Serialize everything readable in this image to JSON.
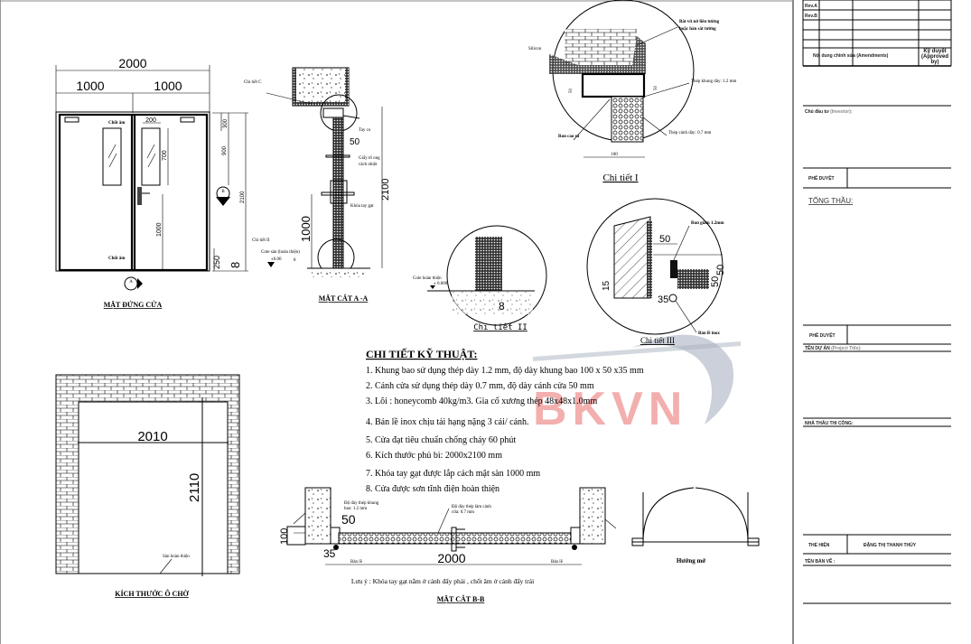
{
  "title_block": {
    "rev_a": "Rev.A",
    "rev_b": "Rev.B",
    "revision_header": "Nội dung chỉnh sửa (Amendments)",
    "approved_header": "Kỹ duyệt (Approved by)",
    "investor_label": "Chủ đầu tư",
    "investor_en": "(Investor):",
    "approval_1": "PHÊ DUYỆT",
    "general_contractor": "TỔNG THẦU:",
    "approval_2": "PHÊ DUYỆT",
    "project_label": "TÊN DỰ ÁN",
    "project_en": "(Project Title):",
    "contractor": "NHÀ THẦU THI CÔNG:",
    "drawn_by_label": "THỂ HIỆN",
    "drawn_by": "ĐẶNG THỊ THANH THÚY",
    "drawing_name": "TÊN BẢN VẼ :"
  },
  "watermark": {
    "text": "BKVN",
    "color": "#f2a0a0",
    "swoosh_color": "#9aa3b5"
  },
  "elevation": {
    "title": "MẶT ĐỨNG CỬA",
    "dim_total": "2000",
    "dim_left": "1000",
    "dim_right": "1000",
    "dim_window_w": "200",
    "dim_window_h": "700",
    "dim_top": "300",
    "dim_900": "900",
    "dim_height": "2100",
    "dim_handle": "1000",
    "dim_bottom": "250",
    "dim_gap": "8",
    "bolt_label_top": "Chốt âm",
    "bolt_label_bottom": "Chốt âm",
    "section_a": "A",
    "section_b": "B"
  },
  "section_aa": {
    "title": "MẶT CẮT A -A",
    "detail_c": "Chi tiết C",
    "closer": "Tay co",
    "dim_50": "50",
    "core_1": "Giấy tổ ong",
    "core_2": "cách nhiệt",
    "dim_2100": "2100",
    "lock": "Khóa tay gạt",
    "dim_1000": "1000",
    "detail_ii": "Chi tiết II",
    "floor": "Cote sàn (hoàn thiện)",
    "level": "±0.00",
    "dim_8": "8"
  },
  "detail_i": {
    "title": "Chi tiết I",
    "silicon": "Silicon",
    "anchor_1": "Bắt vít nở liên tường",
    "anchor_2": "hoặc hàn sắt tường",
    "frame_steel": "Thép khung dày: 1.2 mm",
    "leaf_steel": "Thép cánh dày: 0.7 mm",
    "gasket": "Ron cao su",
    "dim_50a": "50",
    "dim_50b": "50",
    "dim_100": "100"
  },
  "detail_ii": {
    "title": "Chi tiết II",
    "floor": "Cote hoàn thiện",
    "level": "± 0.000",
    "dim_8": "8"
  },
  "detail_iii": {
    "title": "Chi tiết III",
    "dim_50": "50",
    "dim_15": "15",
    "dim_35": "35",
    "dim_50b": "50",
    "dim_50c": "50",
    "frame_label": "Ron giảm 1.2mm",
    "hinge_label": "Bản lề inox"
  },
  "specs": {
    "heading": "CHI TIẾT KỸ THUẬT:",
    "items": [
      "1. Khung bao sử dụng thép dày 1.2 mm, độ dày khung bao 100 x 50 x35 mm",
      "2. Cánh cửa sử dụng thép dày 0.7 mm, độ dày cánh cửa 50 mm",
      "3. Lõi : honeycomb 40kg/m3. Gia cố xương thép 48x48x1.0mm",
      "4. Bản lề inox chịu tải hạng nặng 3 cái/ cánh.",
      "5. Cửa đạt tiêu chuẩn chống cháy 60 phút",
      "6. Kích thước phủ bì: 2000x2100 mm",
      "7. Khóa tay gạt được lắp cách mặt sàn 1000 mm",
      "8. Cửa được sơn tĩnh điện hoàn thiện"
    ]
  },
  "opening": {
    "title": "KÍCH THƯỚC Ô CHỜ",
    "width": "2010",
    "height": "2110",
    "floor": "Sàn hoàn thiện"
  },
  "section_bb": {
    "title": "MẶT CẮT B-B",
    "frame_note_1": "Độ dày thép khung",
    "frame_note_2": "bao: 1.2 mm",
    "leaf_note_1": "Độ dày thép làm cánh",
    "leaf_note_2": "cửa: 0.7 mm",
    "dim_50": "50",
    "dim_35": "35",
    "dim_100": "100",
    "dim_2000": "2000",
    "hinge_left": "Bản lề",
    "hinge_right": "Bản lề",
    "note": "Lưu ý : Khóa tay gạt nằm ở cánh đẩy phải , chốt âm ở cánh đẩy trái"
  },
  "swing": {
    "title": "Hướng mở"
  }
}
